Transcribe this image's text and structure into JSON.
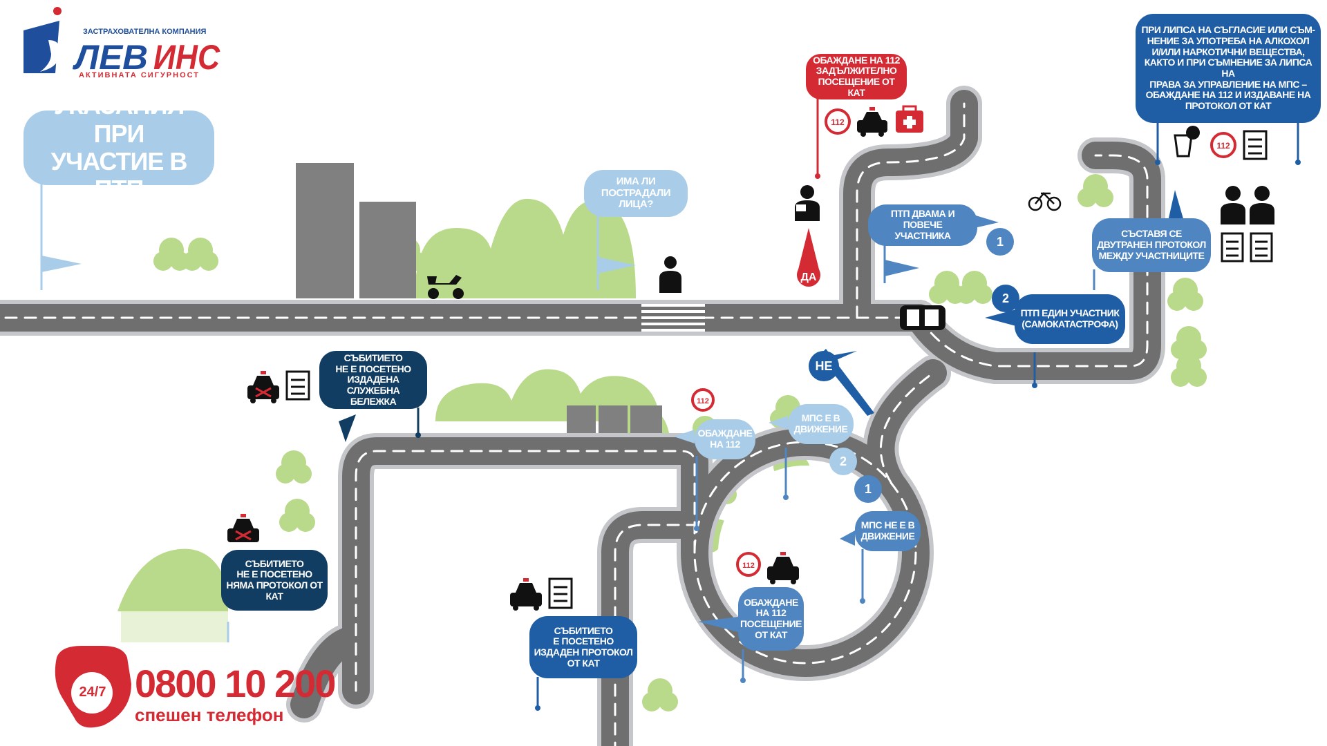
{
  "logo": {
    "company_line": "ЗАСТРАХОВАТЕЛНА КОМПАНИЯ",
    "brand_part1": "ЛЕВ",
    "brand_part2": "ИНС",
    "tagline": "АКТИВНАТА СИГУРНОСТ"
  },
  "title": "УКАЗАНИЯ ПРИ\nУЧАСТИЕ В ПТП",
  "bubbles": {
    "injured_question": "ИМА ЛИ\nПОСТРАДАЛИ ЛИЦА?",
    "call_112_mandatory": "ОБАЖДАНЕ НА 112\nЗАДЪЛЖИТЕЛНО\nПОСЕЩЕНИЕ ОТ КАТ",
    "no_consent": "ПРИ ЛИПСА НА СЪГЛАСИЕ ИЛИ СЪМ-\nНЕНИЕ ЗА УПОТРЕБА НА АЛКОХОЛ\nИ/ИЛИ НАРКОТИЧНИ ВЕЩЕСТВА,\nКАКТО И ПРИ СЪМНЕНИЕ ЗА ЛИПСА НА\nПРАВА ЗА УПРАВЛЕНИЕ НА МПС –\nОБАЖДАНЕ НА 112 И ИЗДАВАНЕ НА\nПРОТОКОЛ ОТ КАТ",
    "two_or_more": "ПТП ДВАМА И ПОВЕЧЕ\nУЧАСТНИКА",
    "bilateral_protocol": "СЪСТАВЯ СЕ\nДВУТРАНЕН ПРОТОКОЛ\nМЕЖДУ УЧАСТНИЦИТЕ",
    "one_participant": "ПТП ЕДИН УЧАСТНИК\n(САМОКАТАСТРОФА)",
    "not_visited_note": "СЪБИТИЕТО\nНЕ Е ПОСЕТЕНО\nИЗДАДЕНА СЛУЖЕБНА\nБЕЛЕЖКА",
    "call_112": "ОБАЖДАНЕ\nНА 112",
    "moving": "МПС Е В\nДВИЖЕНИЕ",
    "not_moving": "МПС НЕ Е В\nДВИЖЕНИЕ",
    "not_visited_no_protocol": "СЪБИТИЕТО\nНЕ Е ПОСЕТЕНО\nНЯМА ПРОТОКОЛ ОТ\nКАТ",
    "visited_protocol": "СЪБИТИЕТО\nЕ ПОСЕТЕНО\nИЗДАДЕН ПРОТОКОЛ\nОТ КАТ",
    "call_112_visit": "ОБАЖДАНЕ\nНА 112\nПОСЕЩЕНИЕ\nОТ КАТ"
  },
  "markers": {
    "yes": "ДА",
    "no": "НЕ",
    "one": "1",
    "two": "2"
  },
  "icon_labels": {
    "phone_112": "112"
  },
  "hotline": {
    "badge": "24/7",
    "number": "0800 10 200",
    "label": "спешен телефон"
  },
  "colors": {
    "road": "#6f6f6f",
    "road_edge": "#c4c6c9",
    "tree": "#b9d98b",
    "building": "#808080",
    "brand_blue": "#1f4f9c",
    "brand_red": "#d42a33",
    "light_blue": "#a9cde9",
    "mid_blue": "#4f86c1",
    "dark_blue": "#1f5ea5",
    "navy": "#123d62"
  }
}
